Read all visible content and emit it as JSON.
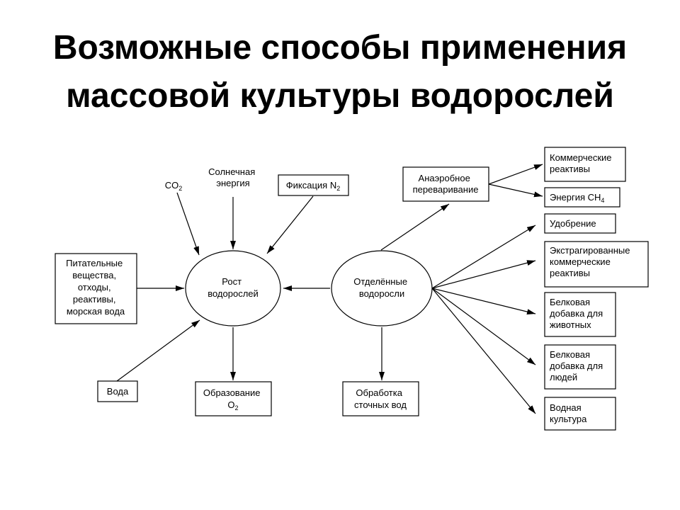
{
  "slide": {
    "title_line1": "Возможные способы применения",
    "title_line2": "массовой культуры водорослей"
  },
  "diagram": {
    "co2": {
      "base": "CO",
      "sub": "2"
    },
    "solar": [
      "Солнечная",
      "энергия"
    ],
    "nfix": {
      "base": "Фиксация N",
      "sub": "2"
    },
    "nutrients": [
      "Питательные",
      "вещества,",
      "отходы,",
      "реактивы,",
      "морская вода"
    ],
    "growth": [
      "Рост",
      "водорослей"
    ],
    "separated": [
      "Отделённые",
      "водоросли"
    ],
    "water": "Вода",
    "o2": {
      "line1": "Образование",
      "base": "O",
      "sub": "2"
    },
    "sewage": [
      "Обработка",
      "сточных вод"
    ],
    "anaerobic": [
      "Анаэробное",
      "переваривание"
    ],
    "comm_reagents": [
      "Коммерческие",
      "реактивы"
    ],
    "ch4": {
      "base": "Энергия CH",
      "sub": "4"
    },
    "fertilizer": "Удобрение",
    "extracted": [
      "Экстрагированные",
      "коммерческие",
      "реактивы"
    ],
    "protein_animals": [
      "Белковая",
      "добавка для",
      "животных"
    ],
    "protein_humans": [
      "Белковая",
      "добавка для",
      "людей"
    ],
    "aquaculture": [
      "Водная",
      "культура"
    ]
  }
}
